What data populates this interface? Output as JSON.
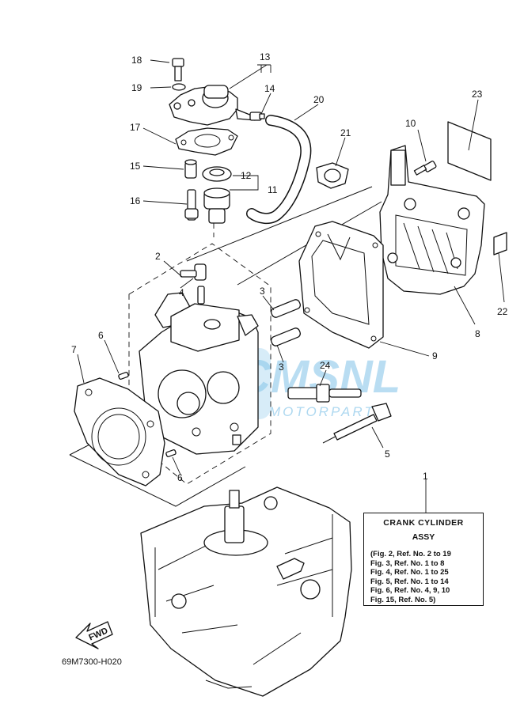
{
  "callouts": [
    {
      "id": "18",
      "label": "18"
    },
    {
      "id": "13",
      "label": "13"
    },
    {
      "id": "19",
      "label": "19"
    },
    {
      "id": "14",
      "label": "14"
    },
    {
      "id": "20",
      "label": "20"
    },
    {
      "id": "23",
      "label": "23"
    },
    {
      "id": "17",
      "label": "17"
    },
    {
      "id": "10",
      "label": "10"
    },
    {
      "id": "21",
      "label": "21"
    },
    {
      "id": "15",
      "label": "15"
    },
    {
      "id": "12",
      "label": "12"
    },
    {
      "id": "11",
      "label": "11"
    },
    {
      "id": "16",
      "label": "16"
    },
    {
      "id": "2",
      "label": "2"
    },
    {
      "id": "4",
      "label": "4"
    },
    {
      "id": "3a",
      "label": "3"
    },
    {
      "id": "22",
      "label": "22"
    },
    {
      "id": "8",
      "label": "8"
    },
    {
      "id": "6a",
      "label": "6"
    },
    {
      "id": "7",
      "label": "7"
    },
    {
      "id": "9",
      "label": "9"
    },
    {
      "id": "3b",
      "label": "3"
    },
    {
      "id": "24",
      "label": "24"
    },
    {
      "id": "5",
      "label": "5"
    },
    {
      "id": "6b",
      "label": "6"
    },
    {
      "id": "1",
      "label": "1"
    }
  ],
  "assembly_box": {
    "title": "CRANK CYLINDER",
    "subtitle": "ASSY",
    "notes": [
      "(Fig. 2, Ref. No. 2 to 19",
      "Fig. 3, Ref. No. 1 to 8",
      "Fig. 4, Ref. No. 1 to 25",
      "Fig. 5, Ref. No. 1 to 14",
      "Fig. 6, Ref. No. 4, 9, 10",
      "Fig. 15, Ref. No. 5)"
    ]
  },
  "fwd_label": "FWD",
  "diagram_code": "69M7300-H020",
  "watermark": {
    "main": "CMSNL",
    "sub": "MOTORPARTS",
    "color": "#8cc8ea"
  }
}
